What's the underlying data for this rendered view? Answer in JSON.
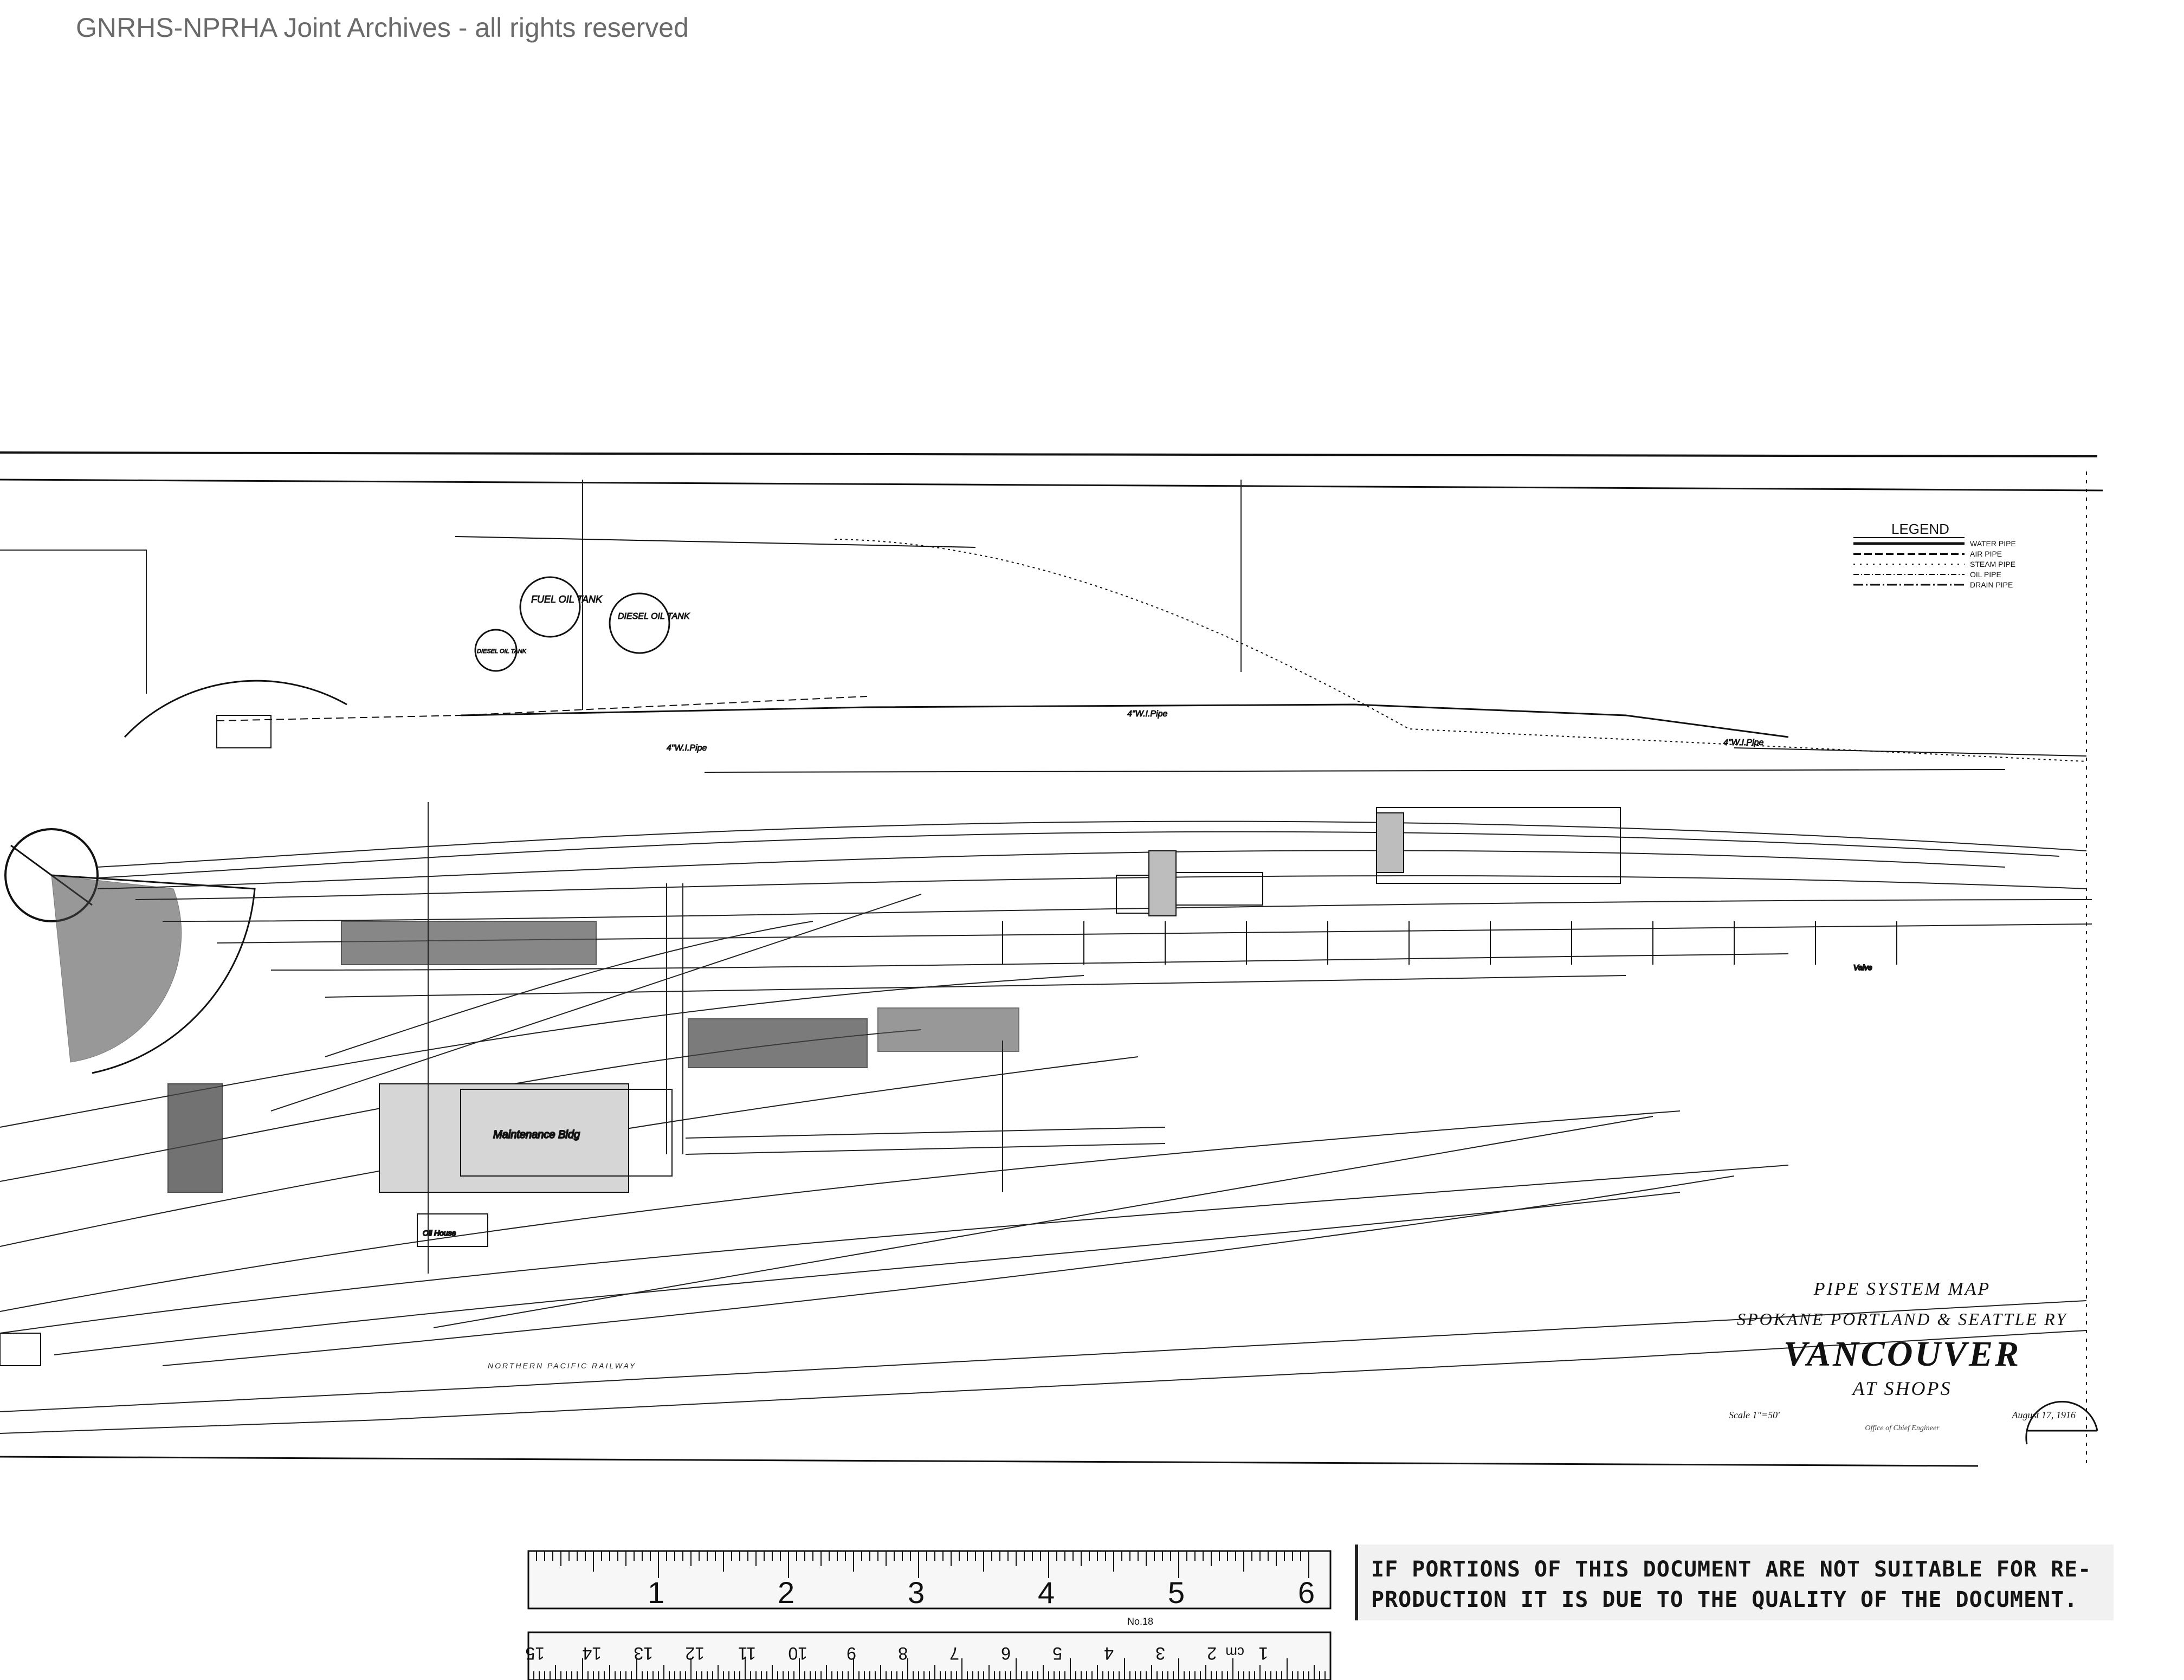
{
  "watermark": "GNRHS-NPRHA Joint Archives - all rights reserved",
  "legend": {
    "title": "LEGEND",
    "items": [
      "WATER PIPE",
      "AIR PIPE",
      "STEAM PIPE",
      "OIL PIPE",
      "DRAIN PIPE"
    ]
  },
  "tanks": {
    "fuel": "FUEL OIL TANK",
    "diesel": "DIESEL OIL TANK",
    "diesel_small": "DIESEL OIL TANK"
  },
  "map_labels": {
    "pipe_4wi_1": "4\"W.I.Pipe",
    "pipe_4wi_2": "4\"W.I.Pipe",
    "pipe_4wi_3": "4\"W.I.Pipe",
    "valve": "Valve",
    "maintenance": "Maintenance Bldg",
    "northern_pacific": "NORTHERN PACIFIC RAILWAY",
    "oil_house": "Oil House"
  },
  "title_block": {
    "line1": "PIPE SYSTEM MAP",
    "line2": "SPOKANE PORTLAND & SEATTLE RY",
    "line3": "VANCOUVER",
    "line4": "AT SHOPS",
    "scale": "Scale 1\"=50'",
    "date": "August 17, 1916",
    "office": "Office of Chief Engineer"
  },
  "ruler": {
    "inch_labels": [
      "1",
      "2",
      "3",
      "4",
      "5",
      "6"
    ],
    "cm_labels": [
      "15",
      "14",
      "13",
      "12",
      "11",
      "10",
      "9",
      "8",
      "7",
      "6",
      "5",
      "4",
      "3",
      "2",
      "1"
    ],
    "cm_unit": "cm",
    "model": "No.18"
  },
  "notice": {
    "line1": "IF PORTIONS OF THIS DOCUMENT ARE NOT SUITABLE FOR RE-",
    "line2": "PRODUCTION IT IS DUE TO THE QUALITY OF THE DOCUMENT."
  }
}
